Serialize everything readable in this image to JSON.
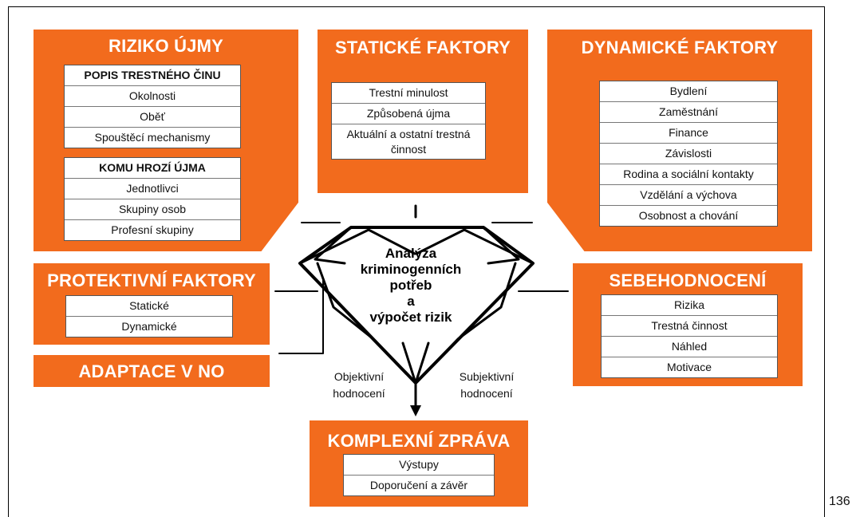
{
  "riziko_ujmy": {
    "title": "RIZIKO ÚJMY",
    "table1": [
      "POPIS TRESTNÉHO ČINU",
      "Okolnosti",
      "Oběť",
      "Spouštěcí mechanismy"
    ],
    "table2": [
      "KOMU HROZÍ ÚJMA",
      "Jednotlivci",
      "Skupiny osob",
      "Profesní skupiny"
    ]
  },
  "staticke": {
    "title": "STATICKÉ FAKTORY",
    "items": [
      "Trestní minulost",
      "Způsobená újma",
      "Aktuální a ostatní trestná činnost"
    ]
  },
  "dynamicke": {
    "title": "DYNAMICKÉ FAKTORY",
    "items": [
      "Bydlení",
      "Zaměstnání",
      "Finance",
      "Závislosti",
      "Rodina a sociální kontakty",
      "Vzdělání a výchova",
      "Osobnost a chování"
    ]
  },
  "protektivni": {
    "title": "PROTEKTIVNÍ FAKTORY",
    "items": [
      "Statické",
      "Dynamické"
    ]
  },
  "adaptace": {
    "title": "ADAPTACE V NO"
  },
  "sebehodnoceni": {
    "title": "SEBEHODNOCENÍ",
    "items": [
      "Rizika",
      "Trestná činnost",
      "Náhled",
      "Motivace"
    ]
  },
  "center": {
    "lines": [
      "Analýza",
      "kriminogenních",
      "potřeb",
      "a",
      "výpočet rizik"
    ]
  },
  "objektivni": [
    "Objektivní",
    "hodnocení"
  ],
  "subjektivni": [
    "Subjektivní",
    "hodnocení"
  ],
  "komplexni": {
    "title": "KOMPLEXNÍ ZPRÁVA",
    "items": [
      "Výstupy",
      "Doporučení a závěr"
    ]
  },
  "page_number": "136",
  "colors": {
    "accent": "#f26b1d"
  }
}
